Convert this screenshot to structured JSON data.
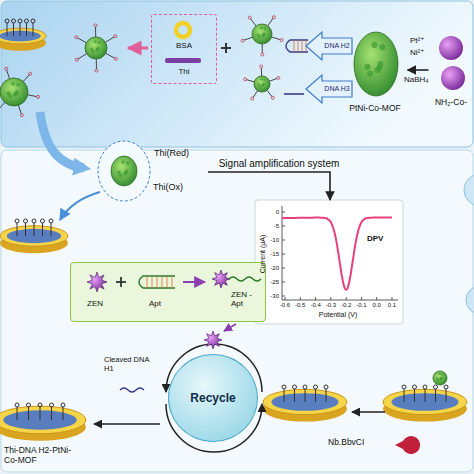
{
  "diagram": {
    "nodes": [
      {
        "text": [
          "NH₂-Co-"
        ]
      },
      {
        "text": [
          "PtNi-Co-MOF"
        ]
      },
      {
        "text": [
          "BSA",
          "Thi"
        ]
      },
      {
        "text": [
          "Thi(Red)",
          "Thi(Ox)"
        ]
      },
      {
        "text": [
          "DPV"
        ]
      },
      {
        "text": [
          "ZEN",
          "Apt",
          "ZEN -Apt"
        ]
      },
      {
        "text": [
          "Recycle"
        ]
      }
    ],
    "edges": [
      {
        "from": 0,
        "to": 1,
        "arrow": "to"
      },
      {
        "from": 3,
        "to": 4,
        "label": "Signal amplification system",
        "arrow": "to"
      }
    ],
    "labels": [
      "Pt²⁺",
      "Ni²⁺",
      "NaBH₄",
      "DNA H2",
      "DNA H3",
      "Current (μA)",
      "Potential (V)",
      "0",
      "-5",
      "-10",
      "-15",
      "-20",
      "-25",
      "-30",
      "-0.6",
      "-0.5",
      "-0.4",
      "-0.3",
      "-0.2",
      "-0.1",
      "0.0",
      "0.1",
      "Cleaved DNA H1",
      "Nb.BbvCI",
      "Thi-DNA H2-PtNi-Co-MOF"
    ]
  }
}
